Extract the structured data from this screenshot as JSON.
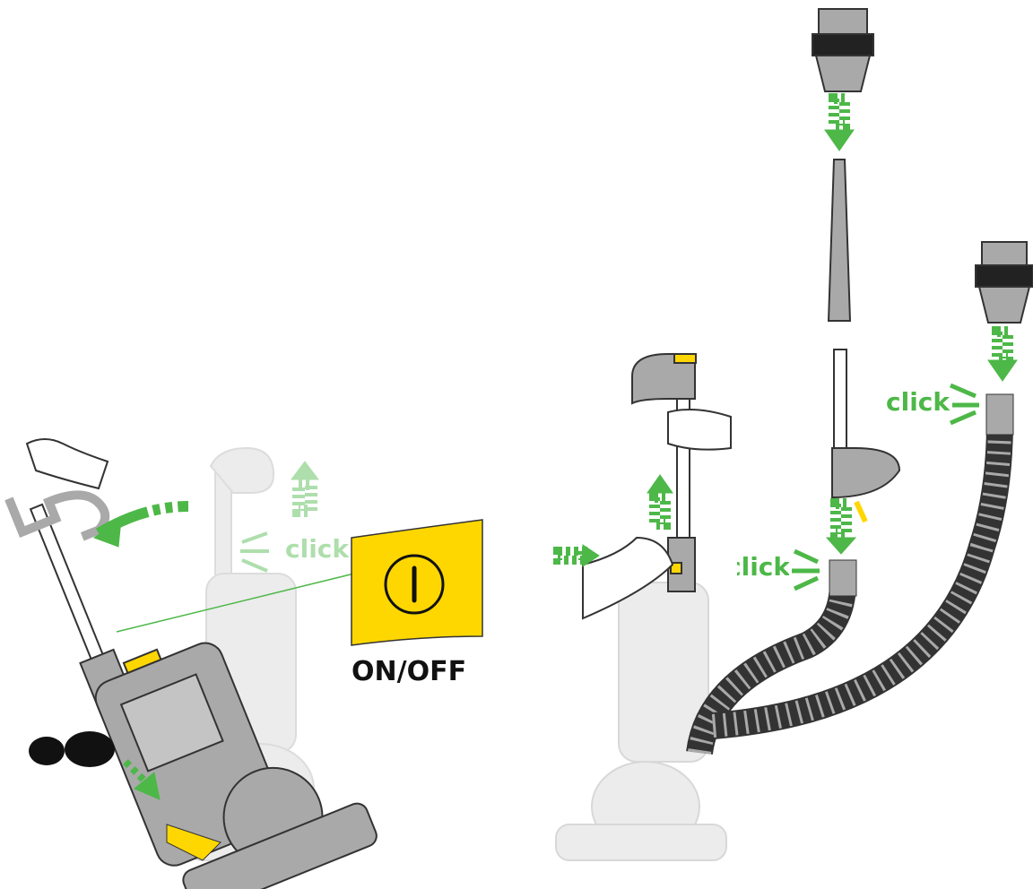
{
  "labels": {
    "click_left": "click",
    "click_middle": "click",
    "click_right": "click",
    "on_off": "ON/OFF"
  },
  "colors": {
    "arrow_green": "#4db848",
    "body_grey": "#a7a7a7",
    "ghost_grey": "#e6e6e6",
    "switch_yellow": "#ffd700",
    "outline": "#333333"
  }
}
